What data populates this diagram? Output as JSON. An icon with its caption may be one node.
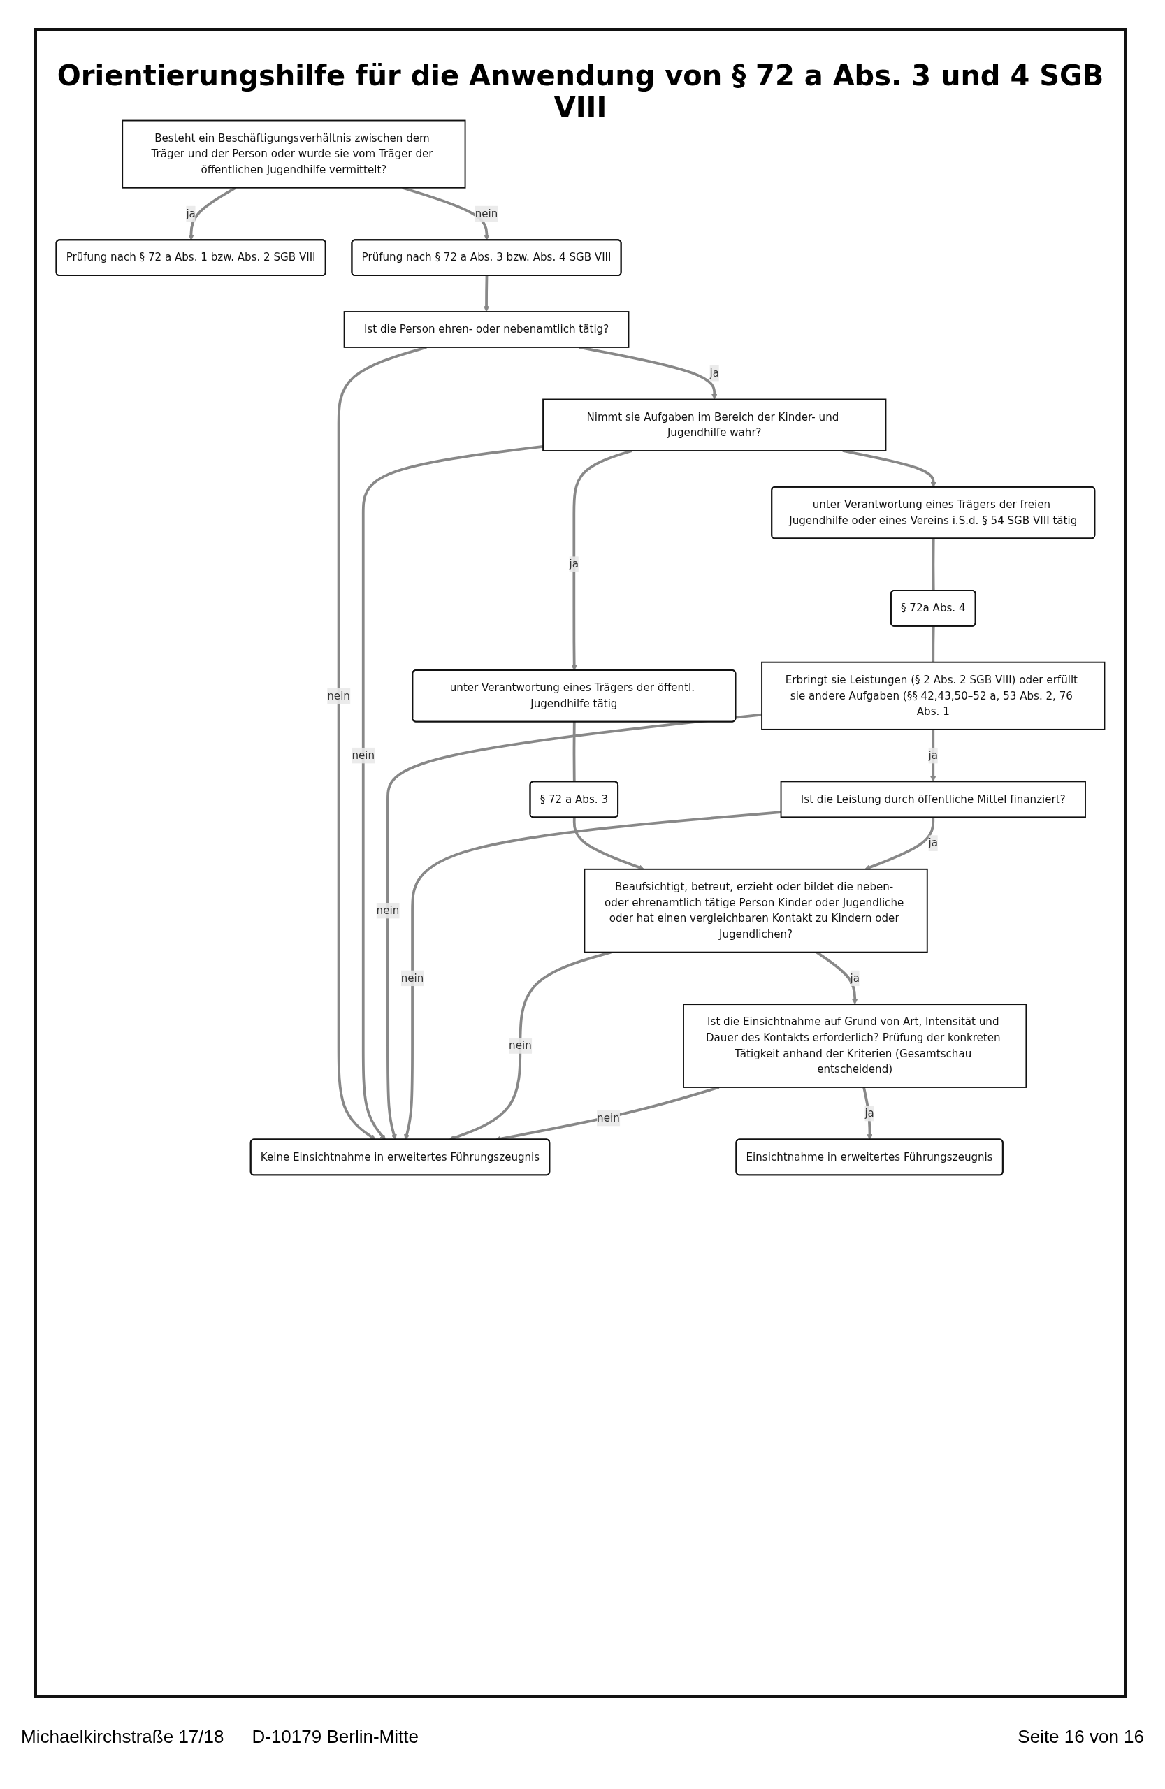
{
  "diagram": {
    "title": "Orientierungshilfe für die Anwendung von § 72 a Abs. 3 und 4 SGB VIII",
    "nodes": [
      {
        "text": [
          "Besteht ein Beschäftigungsverhältnis zwischen dem Träger und der Person oder wurde sie vom Träger der öffentlichen Jugendhilfe vermittelt?"
        ]
      },
      {
        "text": [
          "Prüfung nach § 72 a Abs. 1 bzw. Abs. 2 SGB VIII"
        ]
      },
      {
        "text": [
          "Prüfung nach § 72 a Abs. 3 bzw. Abs. 4 SGB VIII"
        ]
      },
      {
        "text": [
          "Ist die Person ehren- oder nebenamtlich tätig?"
        ]
      },
      {
        "text": [
          "Nimmt sie Aufgaben im Bereich der Kinder- und Jugendhilfe wahr?"
        ]
      },
      {
        "text": [
          "unter Verantwortung eines Trägers der öffentl. Jugendhilfe tätig"
        ]
      },
      {
        "text": [
          "unter Verantwortung eines Trägers der freien Jugendhilfe oder eines Vereins i.S.d. § 54 SGB VIII tätig"
        ]
      },
      {
        "text": [
          "§ 72 a Abs. 3"
        ]
      },
      {
        "text": [
          "§ 72a Abs. 4"
        ]
      },
      {
        "text": [
          "Erbringt sie Leistungen (§ 2 Abs. 2 SGB VIII) oder erfüllt sie andere Aufgaben (§§ 42,43,50–52 a, 53 Abs. 2, 76 Abs. 1"
        ]
      },
      {
        "text": [
          "Ist die Leistung durch öffentliche Mittel finanziert?"
        ]
      },
      {
        "text": [
          "Beaufsichtigt, betreut, erzieht oder bildet die neben- oder ehrenamtlich tätige Person Kinder oder Jugendliche oder hat einen vergleichbaren Kontakt zu Kindern oder Jugendlichen?"
        ]
      },
      {
        "text": [
          "Ist die Einsichtnahme auf Grund von Art, Intensität und Dauer des Kontakts erforderlich? Prüfung der konkreten Tätigkeit anhand der Kriterien (Gesamtschau entscheidend)"
        ]
      },
      {
        "text": [
          "Einsichtnahme in erweitertes Führungszeugnis"
        ]
      },
      {
        "text": [
          "Keine Einsichtnahme in erweitertes Führungszeugnis"
        ]
      }
    ],
    "edges": [
      {
        "from": 0,
        "to": 1,
        "arrow": "to",
        "label": "ja"
      },
      {
        "from": 0,
        "to": 2,
        "arrow": "to",
        "label": "nein"
      },
      {
        "from": 2,
        "to": 3,
        "arrow": "to"
      },
      {
        "from": 3,
        "to": 14,
        "arrow": "to",
        "label": "nein"
      },
      {
        "from": 3,
        "to": 4,
        "arrow": "to",
        "label": "ja"
      },
      {
        "from": 4,
        "to": 14,
        "arrow": "to",
        "label": "nein"
      },
      {
        "from": 4,
        "to": 5,
        "arrow": "to",
        "label": "ja"
      },
      {
        "from": 4,
        "to": 6,
        "arrow": "to"
      },
      {
        "from": 6,
        "to": 8,
        "arrow": "none"
      },
      {
        "from": 5,
        "to": 7,
        "arrow": "none"
      },
      {
        "from": 8,
        "to": 9,
        "arrow": "none"
      },
      {
        "from": 9,
        "to": 14,
        "arrow": "to",
        "label": "nein"
      },
      {
        "from": 9,
        "to": 10,
        "arrow": "to",
        "label": "ja"
      },
      {
        "from": 7,
        "to": 11,
        "arrow": "to"
      },
      {
        "from": 10,
        "to": 14,
        "arrow": "to",
        "label": "nein"
      },
      {
        "from": 10,
        "to": 11,
        "arrow": "to",
        "label": "ja"
      },
      {
        "from": 11,
        "to": 14,
        "arrow": "to",
        "label": "nein"
      },
      {
        "from": 11,
        "to": 12,
        "arrow": "to",
        "label": "ja"
      },
      {
        "from": 12,
        "to": 14,
        "arrow": "to",
        "label": "nein"
      },
      {
        "from": 12,
        "to": 13,
        "arrow": "to",
        "label": "ja"
      }
    ],
    "labels": [
      "Michaelkirchstraße 17/18",
      "D-10179 Berlin-Mitte",
      "Seite 16 von 16"
    ]
  }
}
